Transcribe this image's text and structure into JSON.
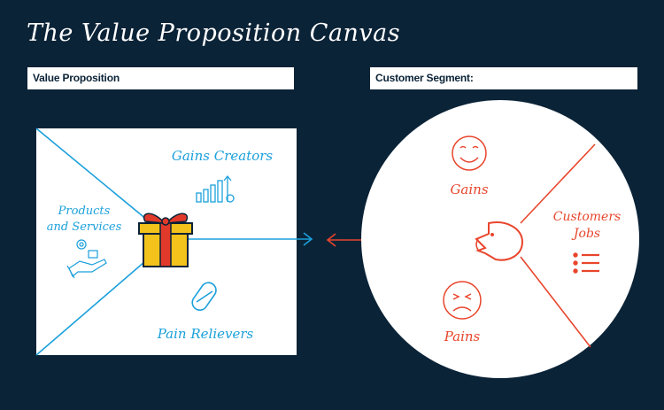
{
  "title": "The Value Proposition Canvas",
  "value_proposition": {
    "label": "Value Proposition",
    "gains_creators": "Gains Creators",
    "products_line1": "Products",
    "products_line2": "and Services",
    "pain_relievers": "Pain Relievers"
  },
  "customer_segment": {
    "label": "Customer Segment:",
    "gains": "Gains",
    "pains": "Pains",
    "jobs_line1": "Customers",
    "jobs_line2": "Jobs"
  },
  "colors": {
    "background": "#0b2337",
    "value_blue": "#1ba0db",
    "customer_red": "#e8452c",
    "gift_yellow": "#f3c21b",
    "gift_red": "#e23a2a"
  }
}
